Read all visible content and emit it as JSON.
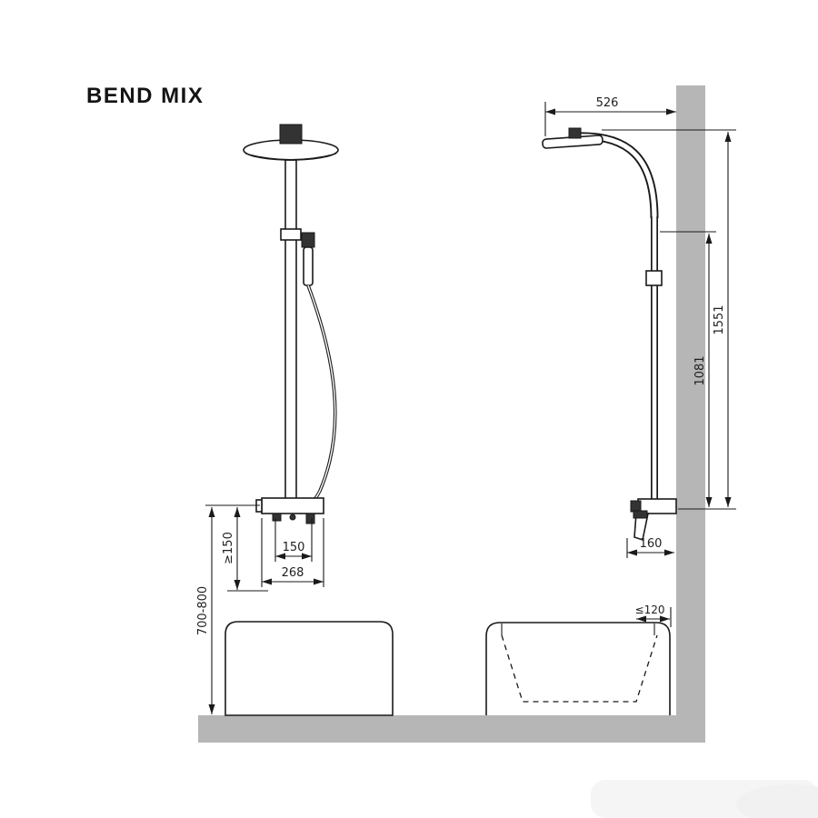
{
  "title": "BEND MIX",
  "dimensions": {
    "head_to_wall_mm": "526",
    "total_height_mm": "1551",
    "riser_height_mm": "1081",
    "outlet_centers_mm": "150",
    "valve_width_mm": "268",
    "min_clearance_mm": "≥150",
    "install_height_mm": "700-800",
    "valve_depth_mm": "160",
    "max_tub_gap_mm": "≤120"
  },
  "colors": {
    "line": "#1a1a1a",
    "wall_fill": "#b6b6b6",
    "background": "#ffffff",
    "dark_fill": "#333333"
  }
}
